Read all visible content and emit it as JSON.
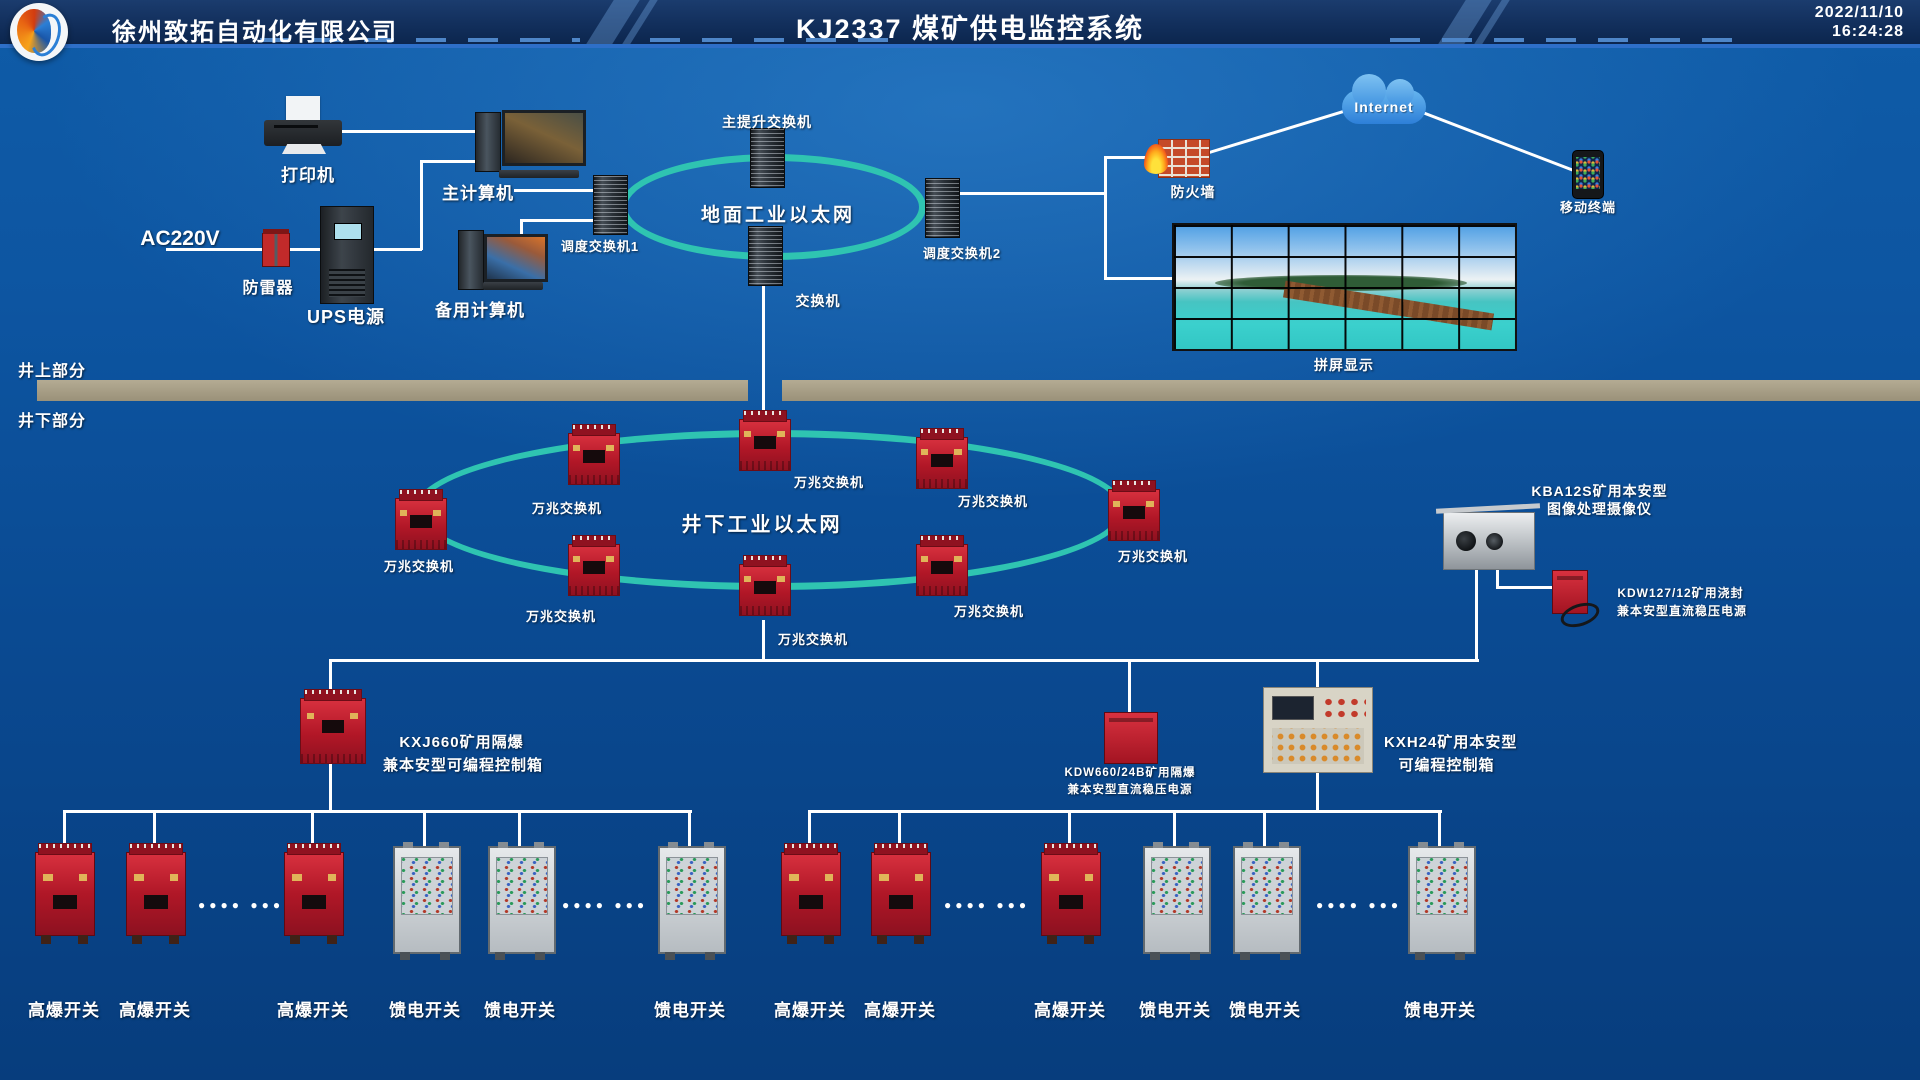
{
  "header": {
    "company": "徐州致拓自动化有限公司",
    "title": "KJ2337 煤矿供电监控系统",
    "date": "2022/11/10",
    "time": "16:24:28"
  },
  "sections": {
    "surface": "井上部分",
    "underground": "井下部分"
  },
  "surface": {
    "printer": "打印机",
    "main_computer": "主计算机",
    "backup_computer": "备用计算机",
    "power_input": "AC220V",
    "arrester": "防雷器",
    "ups": "UPS电源",
    "ring": "地面工业以太网",
    "hoist_switch": "主提升交换机",
    "dispatch_switch_1": "调度交换机1",
    "dispatch_switch_2": "调度交换机2",
    "switch": "交换机",
    "firewall": "防火墙",
    "internet": "Internet",
    "mobile": "移动终端",
    "video_wall": "拼屏显示"
  },
  "underground": {
    "ring": "井下工业以太网",
    "gig_switch": "万兆交换机",
    "camera_l1": "KBA12S矿用本安型",
    "camera_l2": "图像处理摄像仪",
    "kdw127_l1": "KDW127/12矿用浇封",
    "kdw127_l2": "兼本安型直流稳压电源",
    "kxj660_l1": "KXJ660矿用隔爆",
    "kxj660_l2": "兼本安型可编程控制箱",
    "kdw660_l1": "KDW660/24B矿用隔爆",
    "kdw660_l2": "兼本安型直流稳压电源",
    "kxh24_l1": "KXH24矿用本安型",
    "kxh24_l2": "可编程控制箱"
  },
  "bottom": {
    "dots": "●●●● ●●●",
    "labels": [
      "高爆开关",
      "高爆开关",
      "高爆开关",
      "馈电开关",
      "馈电开关",
      "馈电开关",
      "高爆开关",
      "高爆开关",
      "高爆开关",
      "馈电开关",
      "馈电开关",
      "馈电开关"
    ]
  },
  "colors": {
    "accent_teal": "#2fc4b1",
    "device_red": "#c41e2f",
    "divider_tan": "#a69d85",
    "line_white": "#ffffff"
  }
}
